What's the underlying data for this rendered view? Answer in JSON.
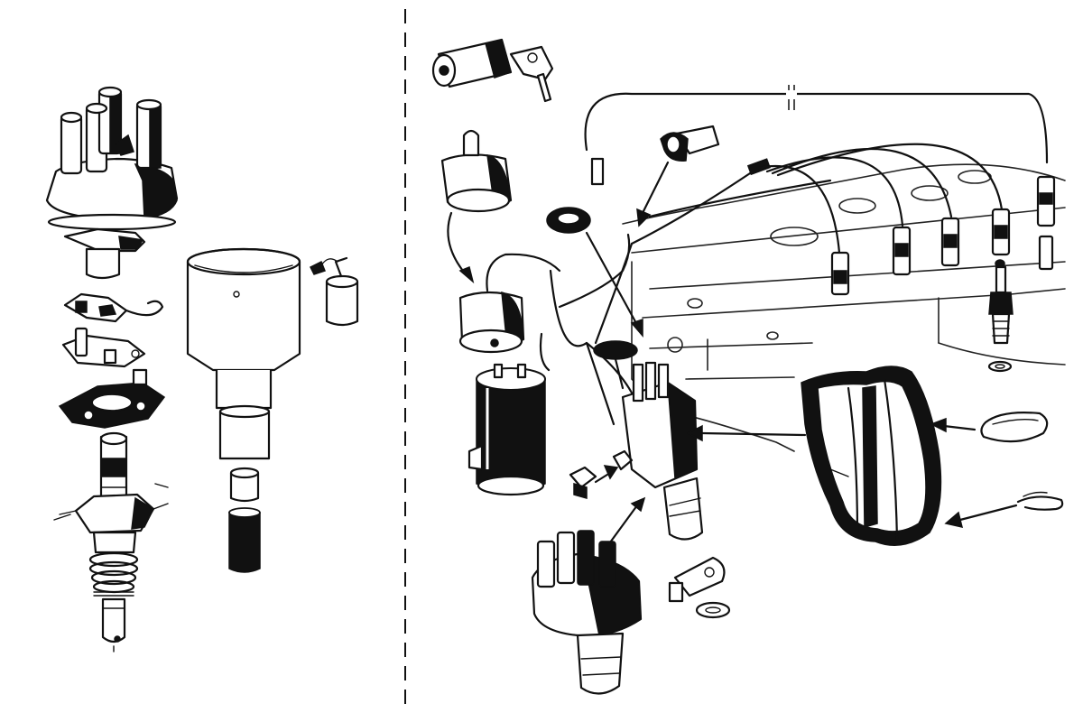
{
  "colors": {
    "ink": "#111111",
    "paper": "#ffffff",
    "shade": "#d8d8d8"
  },
  "panels": {
    "left": {
      "distributor_exploded": [
        "distributor-cap",
        "rotor-arm",
        "contact-breaker-points",
        "breaker-plate",
        "base-plate",
        "distributor-shaft",
        "distributor-body",
        "drive-spring",
        "drive-shaft"
      ],
      "housing_group": [
        "distributor-housing",
        "condenser",
        "bushing",
        "sleeve"
      ]
    },
    "right": {
      "parts": [
        "ignition-switch-with-keys",
        "coil-cover",
        "ignition-coil",
        "grommet",
        "wiring-harness",
        "clip",
        "ht-leads",
        "spark-plug",
        "washer",
        "engine-block",
        "distributor-assembled",
        "spare-distributor",
        "low-tension-connector",
        "splash-shield",
        "retaining-spring-upper",
        "retaining-spring-lower",
        "clamp",
        "sealing-washer"
      ]
    }
  }
}
